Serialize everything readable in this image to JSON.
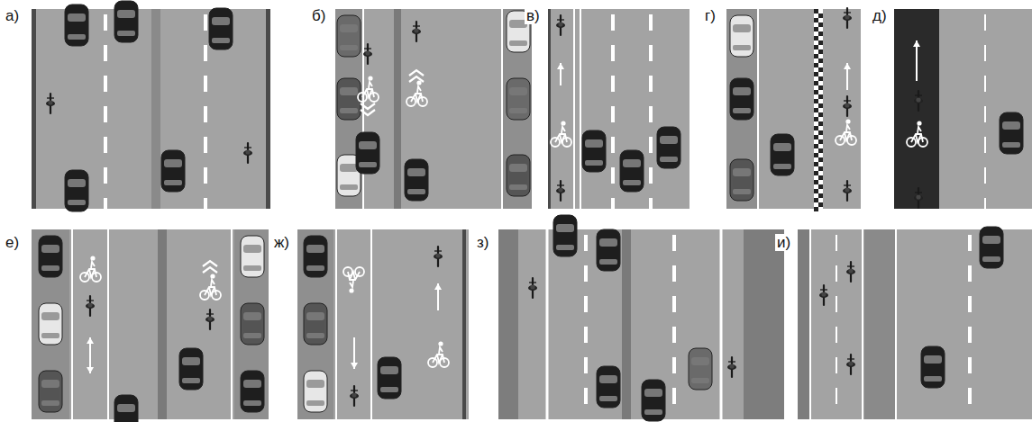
{
  "diagram": {
    "labels": [
      "а)",
      "б)",
      "в)",
      "г)",
      "д)",
      "е)",
      "ж)",
      "з)",
      "и)"
    ]
  }
}
